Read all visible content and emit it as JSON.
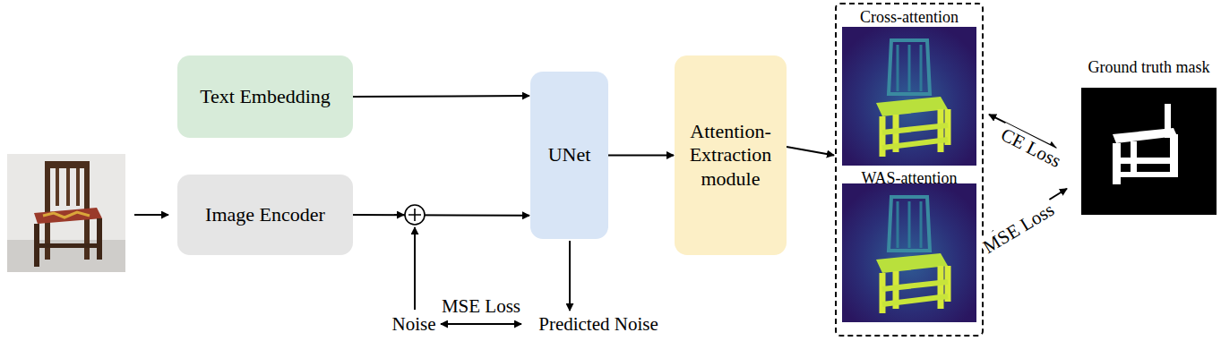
{
  "diagram": {
    "nodes": [
      {
        "text": [
          "Text Embedding"
        ]
      },
      {
        "text": [
          "Image Encoder"
        ]
      },
      {
        "text": [
          "UNet"
        ]
      },
      {
        "text": [
          "Attention-Extraction module"
        ]
      },
      {
        "text": [
          "Cross-attention",
          "WAS-attention"
        ]
      },
      {
        "text": [
          "Ground truth mask"
        ]
      }
    ],
    "edges": [
      {
        "from": 0,
        "to": 2,
        "arrow": "to"
      },
      {
        "from": 1,
        "to": 2,
        "arrow": "to"
      },
      {
        "from": 2,
        "to": 3,
        "arrow": "to"
      },
      {
        "from": 3,
        "to": 4,
        "arrow": "to"
      },
      {
        "from": 4,
        "to": 5,
        "label": "CE Loss",
        "arrow": "both"
      },
      {
        "from": 4,
        "to": 5,
        "label": "MSE Loss",
        "arrow": "both"
      }
    ],
    "labels": [
      "Noise",
      "MSE Loss",
      "Predicted Noise"
    ]
  }
}
